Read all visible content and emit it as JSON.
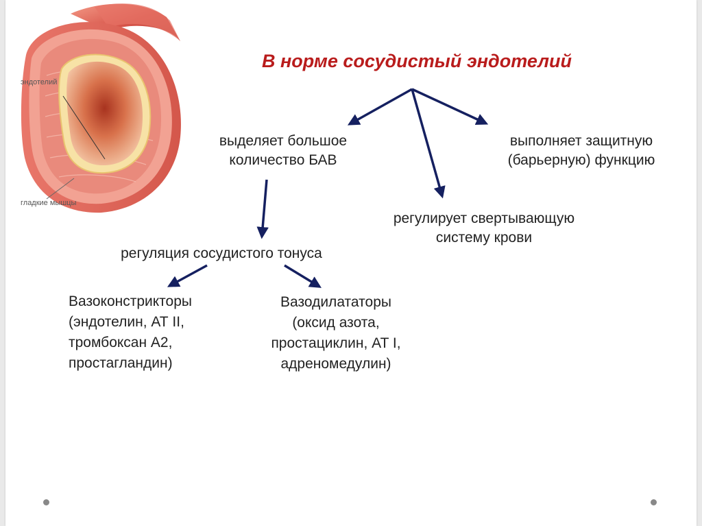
{
  "title": "В норме сосудистый эндотелий",
  "figure": {
    "labels": {
      "endothelium": "эндотелий",
      "smooth_muscle": "гладкие мышцы"
    }
  },
  "nodes": {
    "secretes": "выделяет большое\nколичество БАВ",
    "barrier": "выполняет защитную\n(барьерную) функцию",
    "coagulation": "регулирует свертывающую\nсистему крови",
    "tone": "регуляция сосудистого тонуса",
    "vasoconstrictors": "Вазоконстрикторы\n(эндотелин, АТ II,\nтромбоксан А2,\nпростагландин)",
    "vasodilators": "Вазодилататоры\n(оксид азота,\nпростациклин, AT I,\nадреномедулин)"
  },
  "colors": {
    "title": "#b91c1c",
    "arrow": "#152060",
    "vessel_outer": "#d4574b",
    "vessel_inner": "#f2b59a",
    "text": "#222222"
  },
  "icons": [
    "arrow-icon",
    "blood-vessel-illustration"
  ]
}
